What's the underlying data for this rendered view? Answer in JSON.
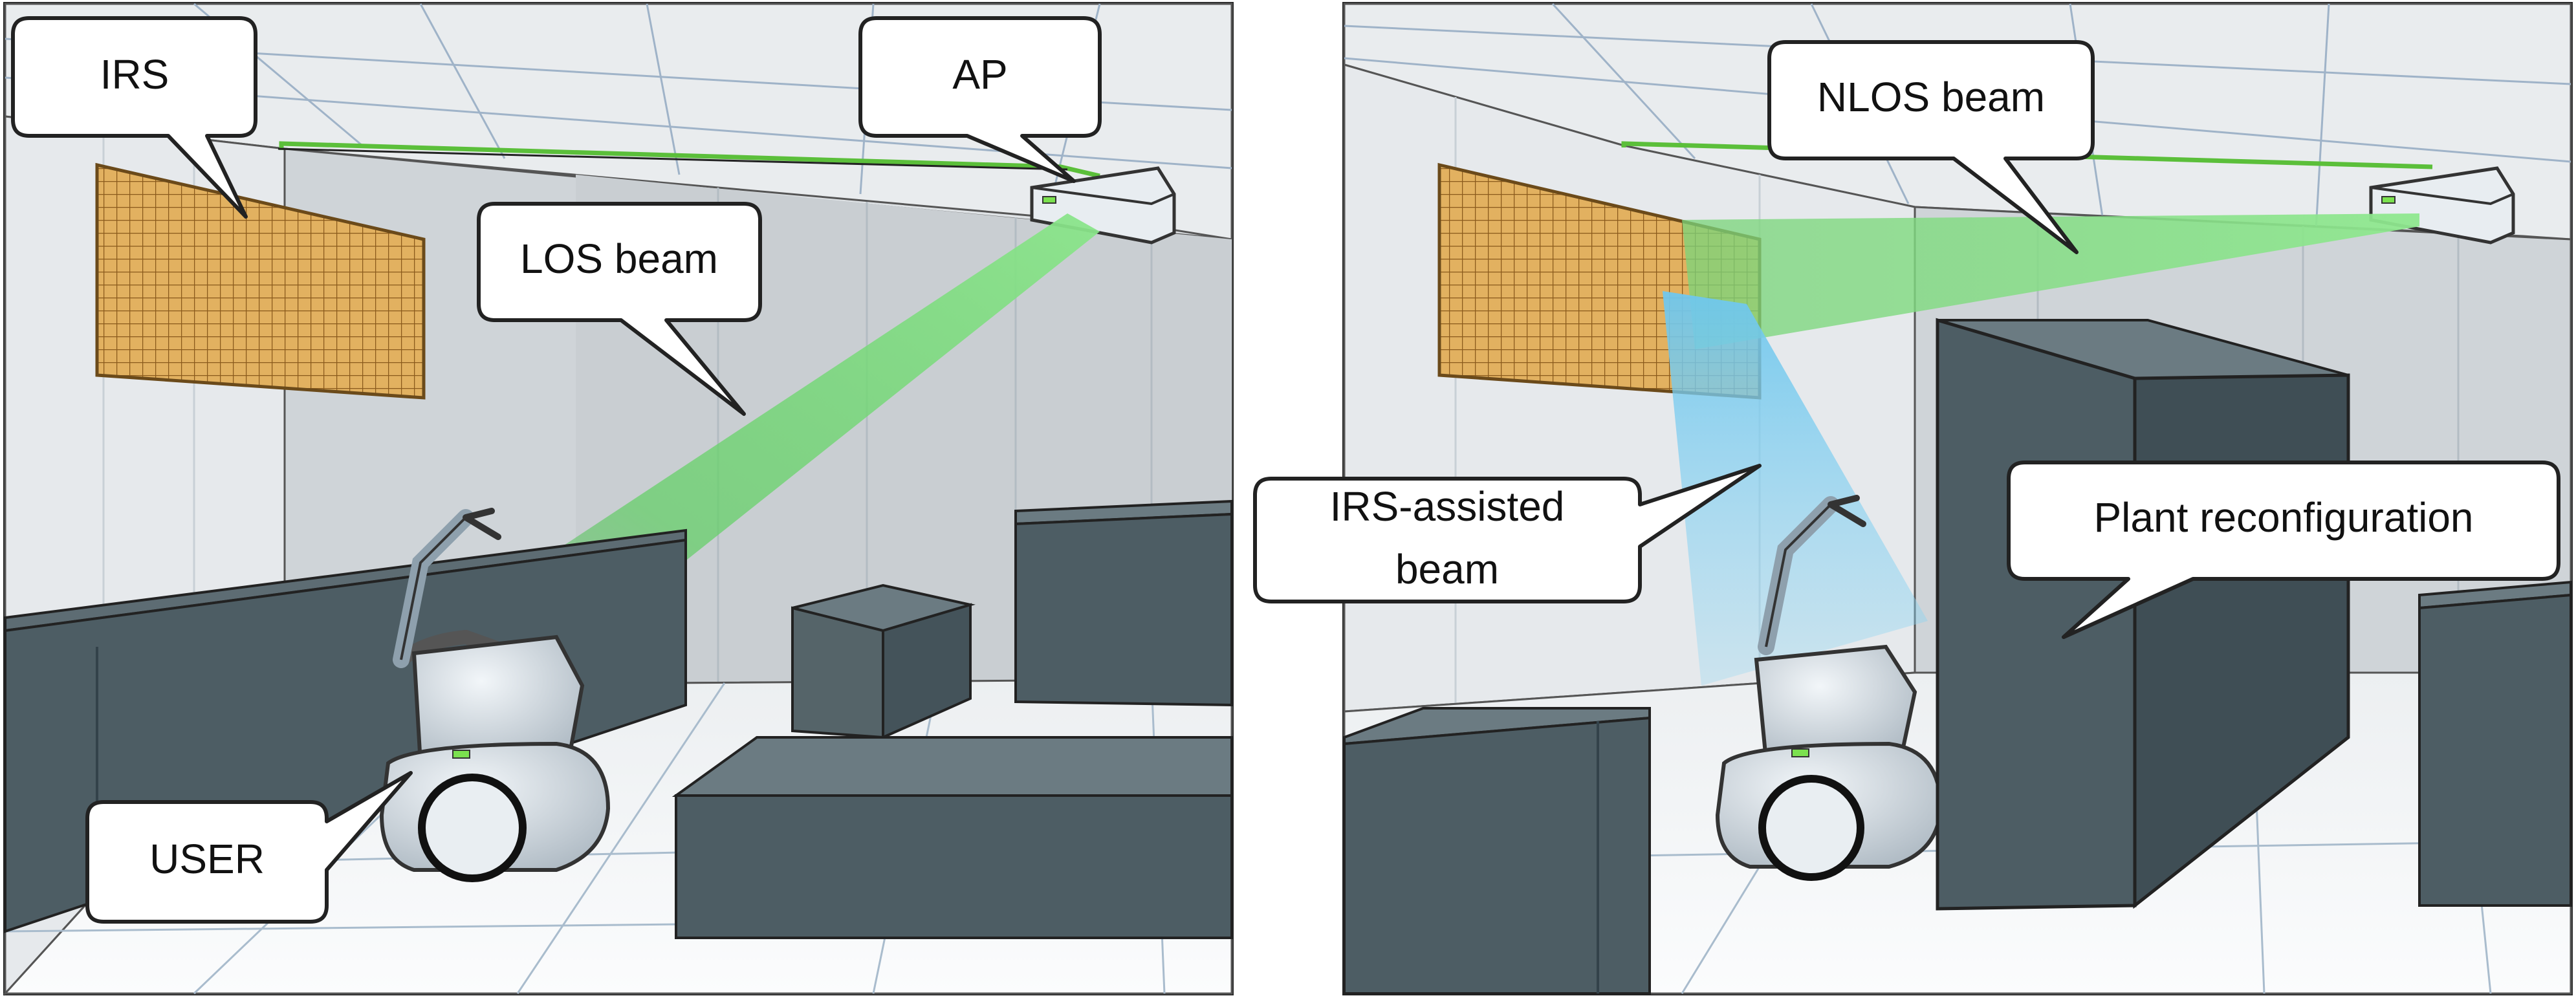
{
  "panels": [
    {
      "callouts": {
        "irs": "IRS",
        "ap": "AP",
        "los_beam": "LOS beam",
        "user": "USER"
      }
    },
    {
      "callouts": {
        "nlos_beam": "NLOS beam",
        "irs_beam_line1": "IRS-assisted",
        "irs_beam_line2": "beam",
        "plant": "Plant reconfiguration"
      }
    }
  ],
  "colors": {
    "los_beam": "#6fd86f",
    "nlos_beam": "#7be07b",
    "irs_assisted_beam": "#7fcff0",
    "irs_panel": "#e2b160",
    "obstacle": "#4d5d64",
    "ap_outline": "#5bbf3a"
  }
}
